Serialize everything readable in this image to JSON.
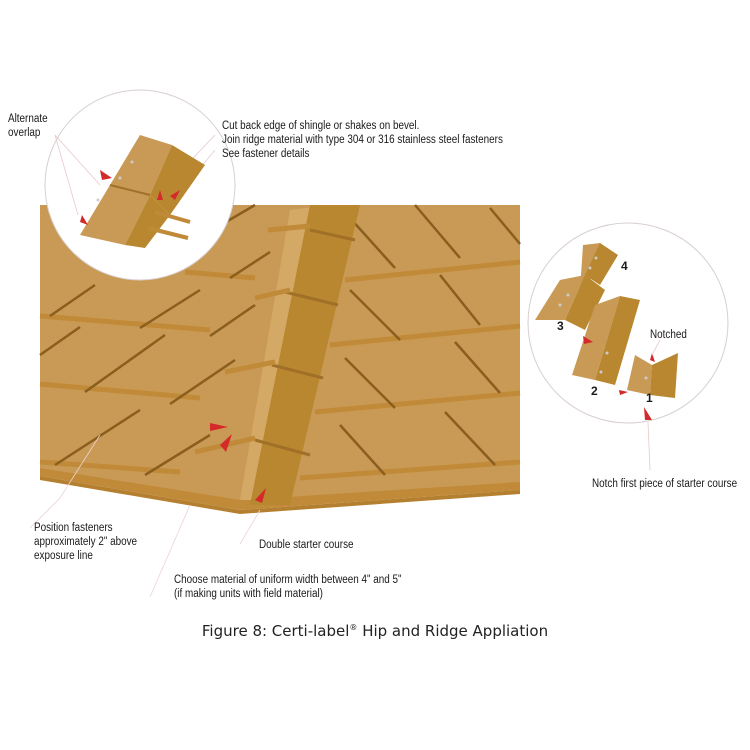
{
  "figure": {
    "caption_prefix": "Figure 8: Certi-label",
    "caption_mark": "®",
    "caption_suffix": " Hip and Ridge Appliation"
  },
  "callouts": {
    "alternate_overlap": [
      "Alternate",
      "overlap"
    ],
    "cut_back": [
      "Cut back edge of shingle or shakes on bevel.",
      "Join ridge material with type 304 or 316 stainless steel fasteners",
      "See fastener details"
    ],
    "notched": "Notched",
    "notch_first": "Notch first piece of starter course",
    "position_fasteners": [
      "Position fasteners",
      "approximately 2\" above",
      "exposure line"
    ],
    "double_starter": "Double starter course",
    "choose_material": [
      "Choose material of uniform width between 4\" and 5\"",
      "(if making units with field material)"
    ]
  },
  "sequence_numbers": [
    "1",
    "2",
    "3",
    "4"
  ],
  "colors": {
    "shingle_face": "#c99a55",
    "shingle_light": "#d4a865",
    "ridge_cap": "#b8872f",
    "ridge_cap_dark": "#a97a2a",
    "butt_edge": "#c08a38",
    "shadow_line": "#8a5e1e",
    "arrow_red": "#d42a2a",
    "leader_line": "#e8c9c9",
    "detail_circle": "#d8cfcf"
  }
}
